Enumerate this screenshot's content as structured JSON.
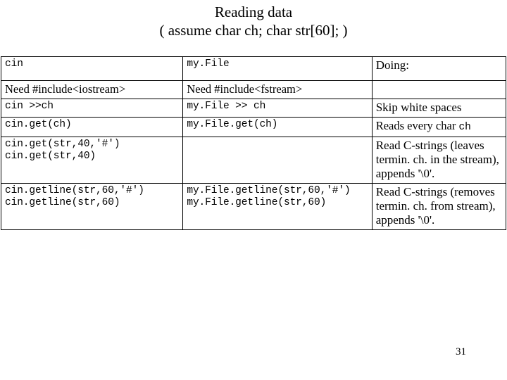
{
  "title": {
    "line1": "Reading data",
    "line2": "( assume  char ch;  char str[60];   )"
  },
  "table": {
    "rows": [
      {
        "c1": "cin",
        "c2": "my.File",
        "c3": "Doing:"
      },
      {
        "c1": "Need #include<iostream>",
        "c2": "Need #include<fstream>",
        "c3": ""
      },
      {
        "c1": "cin >>ch",
        "c2": "my.File >> ch",
        "c3": "Skip white spaces"
      },
      {
        "c1": "cin.get(ch)",
        "c2": "my.File.get(ch)",
        "c3_prefix": "Reads every char ",
        "c3_code": "ch"
      },
      {
        "c1_line1": "cin.get(str,40,'#')",
        "c1_line2": "cin.get(str,40)",
        "c2": "",
        "c3": "Read C-strings (leaves termin. ch. in the stream), appends '\\0'."
      },
      {
        "c1_line1": "cin.getline(str,60,'#')",
        "c1_line2": "cin.getline(str,60)",
        "c2_line1": "my.File.getline(str,60,'#')",
        "c2_line2": "my.File.getline(str,60)",
        "c3": "Read C-strings (removes termin. ch. from stream), appends '\\0'."
      }
    ]
  },
  "page_number": "31"
}
